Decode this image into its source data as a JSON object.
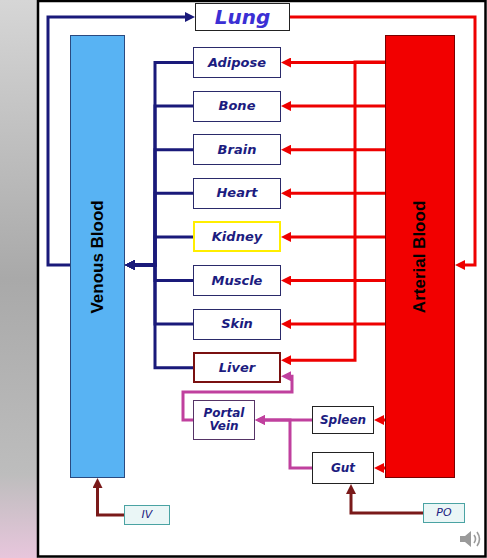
{
  "diagram": {
    "nodes": [
      {
        "text": [
          "Lung"
        ]
      },
      {
        "text": [
          "Venous Blood"
        ]
      },
      {
        "text": [
          "Adipose"
        ]
      },
      {
        "text": [
          "Bone"
        ]
      },
      {
        "text": [
          "Brain"
        ]
      },
      {
        "text": [
          "Heart"
        ]
      },
      {
        "text": [
          "Kidney"
        ]
      },
      {
        "text": [
          "Muscle"
        ]
      },
      {
        "text": [
          "Skin"
        ]
      },
      {
        "text": [
          "Liver"
        ]
      },
      {
        "text": [
          "Arterial Blood"
        ]
      },
      {
        "text": [
          "Portal Vein"
        ]
      },
      {
        "text": [
          "Spleen"
        ]
      },
      {
        "text": [
          "Gut"
        ]
      },
      {
        "text": [
          "IV"
        ]
      },
      {
        "text": [
          "PO"
        ]
      }
    ],
    "edges": [
      {
        "from": 1,
        "to": 0,
        "arrow": "to"
      },
      {
        "from": 0,
        "to": 10,
        "arrow": "to"
      },
      {
        "from": 10,
        "to": 2,
        "arrow": "to"
      },
      {
        "from": 10,
        "to": 3,
        "arrow": "to"
      },
      {
        "from": 10,
        "to": 4,
        "arrow": "to"
      },
      {
        "from": 10,
        "to": 5,
        "arrow": "to"
      },
      {
        "from": 10,
        "to": 6,
        "arrow": "to"
      },
      {
        "from": 10,
        "to": 7,
        "arrow": "to"
      },
      {
        "from": 10,
        "to": 8,
        "arrow": "to"
      },
      {
        "from": 10,
        "to": 9,
        "arrow": "to"
      },
      {
        "from": 10,
        "to": 12,
        "arrow": "to"
      },
      {
        "from": 10,
        "to": 13,
        "arrow": "to"
      },
      {
        "from": 2,
        "to": 1,
        "arrow": "to"
      },
      {
        "from": 3,
        "to": 1,
        "arrow": "to"
      },
      {
        "from": 4,
        "to": 1,
        "arrow": "to"
      },
      {
        "from": 5,
        "to": 1,
        "arrow": "to"
      },
      {
        "from": 6,
        "to": 1,
        "arrow": "to"
      },
      {
        "from": 7,
        "to": 1,
        "arrow": "to"
      },
      {
        "from": 8,
        "to": 1,
        "arrow": "to"
      },
      {
        "from": 9,
        "to": 1,
        "arrow": "to"
      },
      {
        "from": 12,
        "to": 11,
        "arrow": "to"
      },
      {
        "from": 13,
        "to": 11,
        "arrow": "to"
      },
      {
        "from": 11,
        "to": 9,
        "arrow": "to"
      },
      {
        "from": 14,
        "to": 1,
        "arrow": "to"
      },
      {
        "from": 15,
        "to": 13,
        "arrow": "to"
      }
    ]
  }
}
